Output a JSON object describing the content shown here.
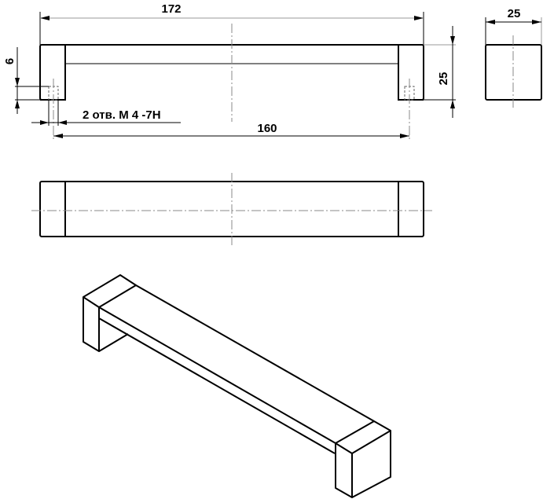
{
  "drawing": {
    "dim_overall_length": "172",
    "dim_hole_depth": "6",
    "dim_hole_note": "2 отв. M 4 -7H",
    "dim_hole_spacing": "160",
    "dim_height": "25",
    "dim_width": "25"
  },
  "colors": {
    "line": "#000000",
    "dim": "#999999",
    "center": "#888888"
  }
}
